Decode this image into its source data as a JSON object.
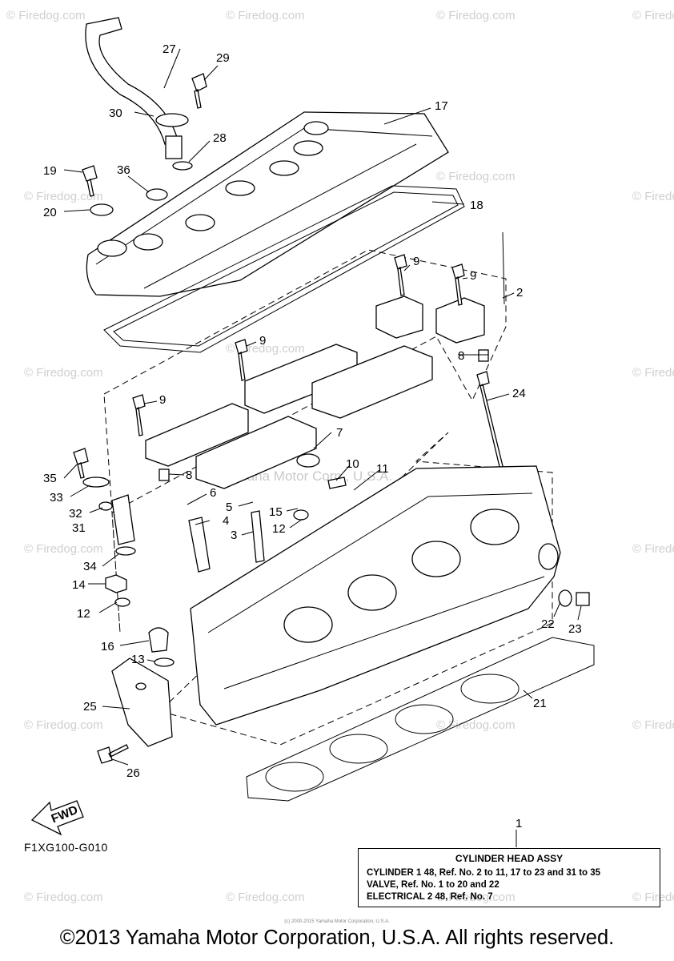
{
  "watermark": "© Firedog.com",
  "watermark_center": "Yamaha Motor Corp., U.S.A.",
  "callouts": [
    "1",
    "2",
    "3",
    "4",
    "5",
    "6",
    "7",
    "8",
    "8",
    "9",
    "9",
    "9",
    "9",
    "10",
    "11",
    "12",
    "12",
    "13",
    "14",
    "15",
    "16",
    "17",
    "18",
    "19",
    "20",
    "21",
    "22",
    "23",
    "24",
    "25",
    "26",
    "27",
    "28",
    "29",
    "30",
    "31",
    "32",
    "33",
    "34",
    "35",
    "36"
  ],
  "fwd_label": "FWD",
  "diagram_code": "F1XG100-G010",
  "legend": {
    "title": "CYLINDER HEAD ASSY",
    "lines": [
      "CYLINDER 1 48, Ref. No. 2 to 11, 17 to 23 and 31 to 35",
      "VALVE, Ref. No. 1 to 20 and 22",
      "ELECTRICAL 2 48, Ref. No. 7"
    ]
  },
  "fine_print": "(c) 2000-2015 Yamaha Motor Corporation, U.S.A.",
  "copyright": "©2013 Yamaha Motor Corporation, U.S.A. All rights reserved."
}
